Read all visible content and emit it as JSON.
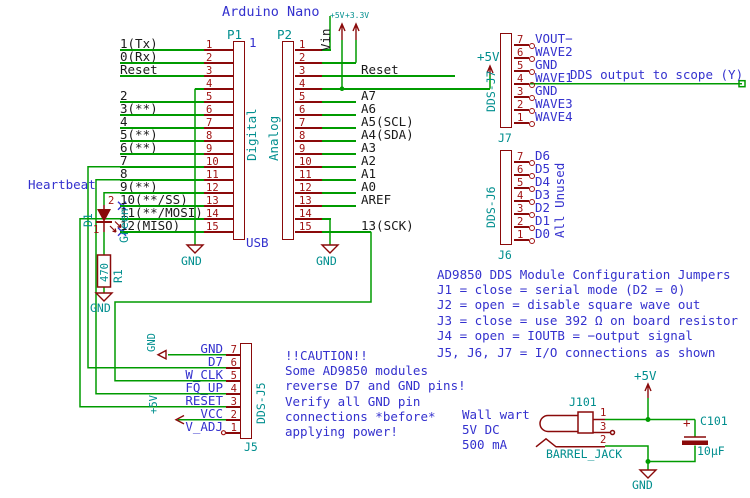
{
  "title": "Arduino Nano",
  "colors": {
    "wire": "#009B00",
    "sym": "#8A0A0A",
    "num": "#A01212",
    "teal": "#008E8E",
    "blue": "#3431CE"
  },
  "p1": {
    "ref": "P1",
    "value": "1",
    "bank": "Digital",
    "pins": [
      {
        "num": "1",
        "label": "1(Tx)",
        "w": "pw p1a"
      },
      {
        "num": "2",
        "label": "0(Rx)",
        "w": "pw p1a"
      },
      {
        "num": "3",
        "label": "Reset",
        "w": "pw p1a"
      },
      {
        "num": "4",
        "label": "",
        "w": "pw p1b"
      },
      {
        "num": "5",
        "label": "2",
        "w": "pw p1a"
      },
      {
        "num": "6",
        "label": "3(**)",
        "w": "pw p1a"
      },
      {
        "num": "7",
        "label": "4",
        "w": "pw p1a"
      },
      {
        "num": "8",
        "label": "5(**)",
        "w": "pw p1a"
      },
      {
        "num": "9",
        "label": "6(**)",
        "w": "pw p1a"
      },
      {
        "num": "10",
        "label": "7",
        "w": "pw p1a"
      },
      {
        "num": "11",
        "label": "8",
        "w": "pw p1a"
      },
      {
        "num": "12",
        "label": "9(**)",
        "w": "pw p1a"
      },
      {
        "num": "13",
        "label": "10(**/SS)",
        "w": "pw p1a"
      },
      {
        "num": "14",
        "label": "11(**/MOSI)",
        "w": "pw p1a"
      },
      {
        "num": "15",
        "label": "12(MISO)",
        "w": "pw p1a"
      }
    ]
  },
  "p2": {
    "ref": "P2",
    "bank": "Analog",
    "pins": [
      {
        "num": "1",
        "label": "",
        "w": "pw wc"
      },
      {
        "num": "2",
        "label": "",
        "w": "pw wa"
      },
      {
        "num": "3",
        "label": "Reset",
        "w": "pw wb"
      },
      {
        "num": "4",
        "label": "",
        "w": "pw we"
      },
      {
        "num": "5",
        "label": "A7",
        "w": "pw wa"
      },
      {
        "num": "6",
        "label": "A6",
        "w": "pw wa"
      },
      {
        "num": "7",
        "label": "A5(SCL)",
        "w": "pw wa"
      },
      {
        "num": "8",
        "label": "A4(SDA)",
        "w": "pw wa"
      },
      {
        "num": "9",
        "label": "A3",
        "w": "pw wa"
      },
      {
        "num": "10",
        "label": "A2",
        "w": "pw wa"
      },
      {
        "num": "11",
        "label": "A1",
        "w": "pw wa"
      },
      {
        "num": "12",
        "label": "A0",
        "w": "pw wa"
      },
      {
        "num": "13",
        "label": "AREF",
        "w": "pw wa"
      },
      {
        "num": "14",
        "label": "",
        "w": "pw wc"
      },
      {
        "num": "15",
        "label": "13(SCK)",
        "w": "pw wd"
      }
    ]
  },
  "usb": "USB",
  "vin": "Vin",
  "power": {
    "v5_top": "+5V",
    "v33_top": "+3.3V",
    "v5_p2": "+5V",
    "gnd_p1": "GND",
    "gnd_p2": "GND"
  },
  "j7": {
    "ref": "J7",
    "name": "DDS-J7",
    "note": "DDS output to scope (Y)",
    "pins": [
      {
        "num": "7",
        "label": "VOUT−"
      },
      {
        "num": "6",
        "label": "WAVE2"
      },
      {
        "num": "5",
        "label": "GND"
      },
      {
        "num": "4",
        "label": "WAVE1"
      },
      {
        "num": "3",
        "label": "GND"
      },
      {
        "num": "2",
        "label": "WAVE3"
      },
      {
        "num": "1",
        "label": "WAVE4"
      }
    ]
  },
  "j6": {
    "ref": "J6",
    "name": "DDS-J6",
    "note": "All Unused",
    "pins": [
      {
        "num": "7",
        "label": "D6"
      },
      {
        "num": "6",
        "label": "D5"
      },
      {
        "num": "5",
        "label": "D4"
      },
      {
        "num": "4",
        "label": "D3"
      },
      {
        "num": "3",
        "label": "D2"
      },
      {
        "num": "2",
        "label": "D1"
      },
      {
        "num": "1",
        "label": "D0"
      }
    ]
  },
  "j5": {
    "ref": "J5",
    "name": "DDS-J5",
    "gnd_flag": "GND",
    "v5_flag": "+5V",
    "pins": [
      {
        "num": "7",
        "label": "GND"
      },
      {
        "num": "6",
        "label": "D7"
      },
      {
        "num": "5",
        "label": "W_CLK"
      },
      {
        "num": "4",
        "label": "FQ_UP"
      },
      {
        "num": "3",
        "label": "RESET"
      },
      {
        "num": "2",
        "label": "VCC"
      },
      {
        "num": "1",
        "label": "V_ADJ"
      }
    ]
  },
  "led": {
    "net": "Heartbeat",
    "ref": "D1",
    "color": "Green",
    "pin_top": "2",
    "pin_bottom": "1",
    "gnd": "GND"
  },
  "r1": {
    "ref": "R1",
    "value": "470"
  },
  "jumpers": [
    "AD9850 DDS Module Configuration Jumpers",
    "J1 = close = serial mode (D2 = 0)",
    "J2 = open = disable square wave out",
    "J3 = close = use 392 Ω on board resistor",
    "J4 = open = IOUTB = −output signal"
  ],
  "jumpers_footer": "J5, J6, J7 = I/O connections as shown",
  "caution": [
    "!!CAUTION!!",
    "Some AD9850 modules",
    "reverse D7 and GND pins!",
    "Verify all GND pin",
    "connections *before*",
    "applying power!"
  ],
  "psu": {
    "desc1": "Wall wart",
    "desc2": "5V DC",
    "desc3": "500 mA",
    "ref": "J101",
    "value": "BARREL_JACK",
    "pin1": "1",
    "pin2": "2",
    "pin3": "3",
    "plus": "+",
    "cap_ref": "C101",
    "cap_value": "10µF",
    "v5": "+5V",
    "gnd": "GND"
  }
}
